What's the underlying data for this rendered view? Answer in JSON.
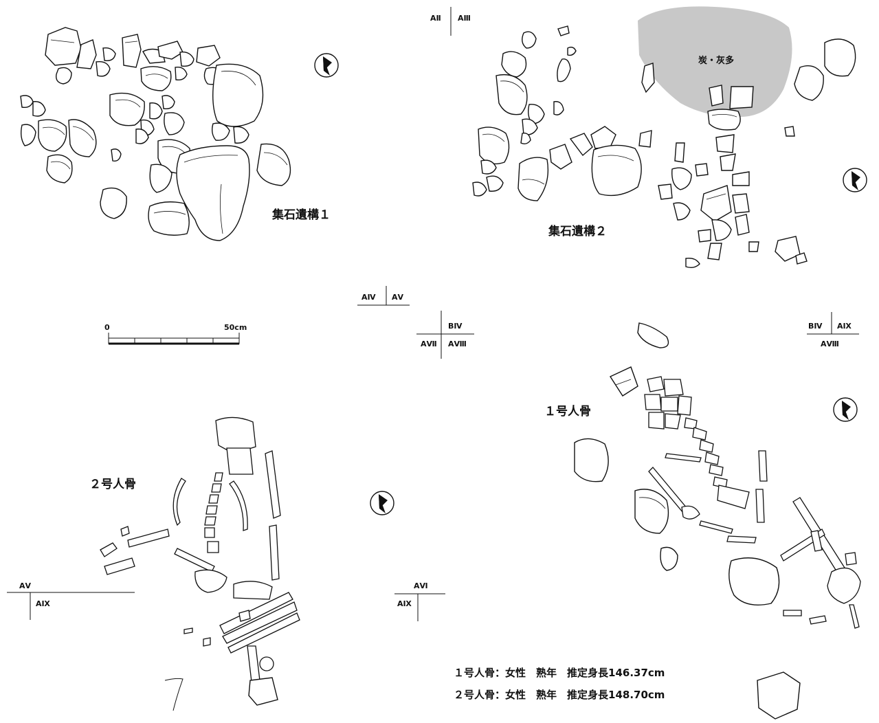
{
  "feature_labels": {
    "stone_cluster_1": "集石遺構１",
    "stone_cluster_2": "集石遺構２",
    "skeleton_1": "１号人骨",
    "skeleton_2": "２号人骨",
    "charcoal_area": "炭・灰多"
  },
  "scale_bar": {
    "start": "0",
    "end": "50cm"
  },
  "grid_markers": {
    "top": {
      "left": "AⅡ",
      "right": "AⅢ"
    },
    "mid_a": {
      "left": "AⅣ",
      "right": "AⅤ"
    },
    "mid_b": {
      "top": "BⅣ",
      "bottom_left": "AⅦ",
      "bottom_right": "AⅧ"
    },
    "right": {
      "top_left": "BⅣ",
      "top_right": "AⅨ",
      "bottom": "AⅧ"
    },
    "bottom_left": {
      "top": "AⅤ",
      "bottom": "AⅨ"
    },
    "bottom_mid": {
      "top": "AⅥ",
      "bottom": "AⅨ"
    }
  },
  "notes": [
    "１号人骨：女性　熟年　推定身長146.37cm",
    "２号人骨：女性　熟年　推定身長148.70cm"
  ],
  "handwritten_mark": "7",
  "colors": {
    "charcoal": "#c8c8c8",
    "line": "#111111"
  },
  "icons": [
    "north-arrow-icon"
  ]
}
